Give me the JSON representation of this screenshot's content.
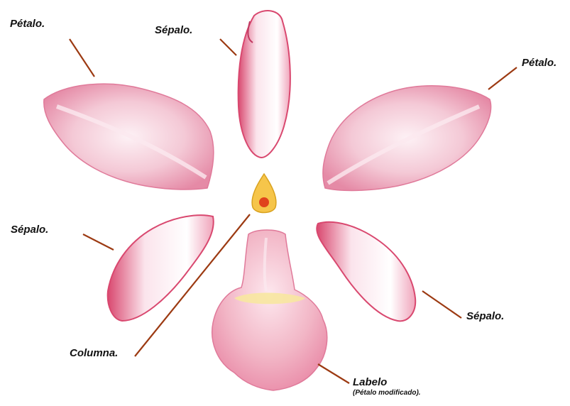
{
  "labels": {
    "petalo_left": "Pétalo.",
    "sepalo_top": "Sépalo.",
    "petalo_right": "Pétalo.",
    "sepalo_left": "Sépalo.",
    "sepalo_right": "Sépalo.",
    "columna": "Columna.",
    "labelo": "Labelo",
    "labelo_sub": "(Pétalo modificado)."
  },
  "colors": {
    "leader_line": "#9c3a12",
    "petal_fill": "#f4c9d6",
    "petal_edge": "#d9486f",
    "column_fill": "#f6c54a",
    "column_center": "#e0431c",
    "labelo_fill": "#f2b6c6",
    "labelo_yellow": "#f7e7a0"
  }
}
